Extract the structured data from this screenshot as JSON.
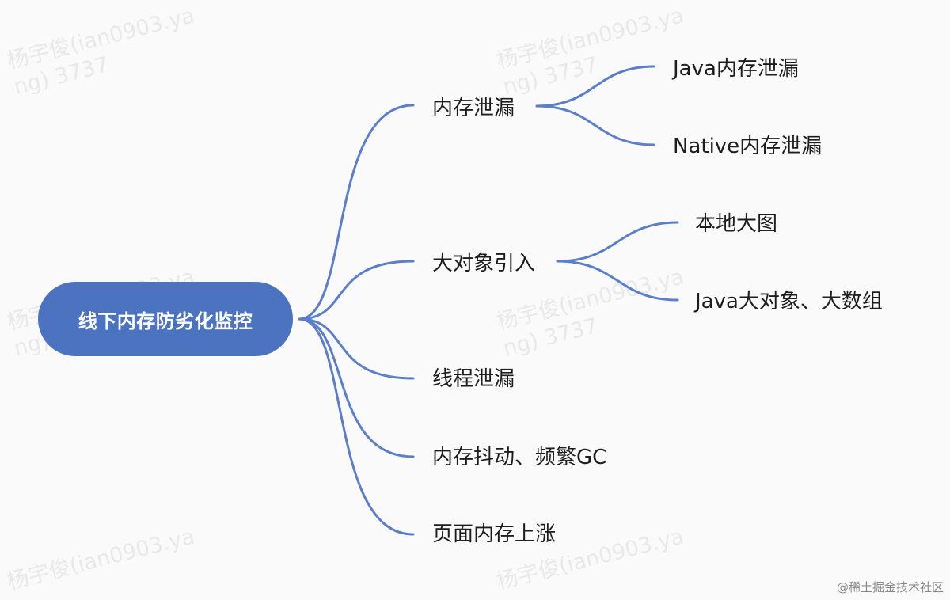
{
  "diagram": {
    "root": {
      "label": "线下内存防劣化监控"
    },
    "branches": [
      {
        "label": "内存泄漏",
        "children": [
          "Java内存泄漏",
          "Native内存泄漏"
        ]
      },
      {
        "label": "大对象引入",
        "children": [
          "本地大图",
          "Java大对象、大数组"
        ]
      },
      {
        "label": "线程泄漏",
        "children": []
      },
      {
        "label": "内存抖动、频繁GC",
        "children": []
      },
      {
        "label": "页面内存上涨",
        "children": []
      }
    ],
    "link_color": "#5b7ec9",
    "root_color": "#4c73c0"
  },
  "watermark": {
    "line1": "杨宇俊(ian0903.ya",
    "line2": "ng) 3737"
  },
  "credit": "@稀土掘金技术社区"
}
